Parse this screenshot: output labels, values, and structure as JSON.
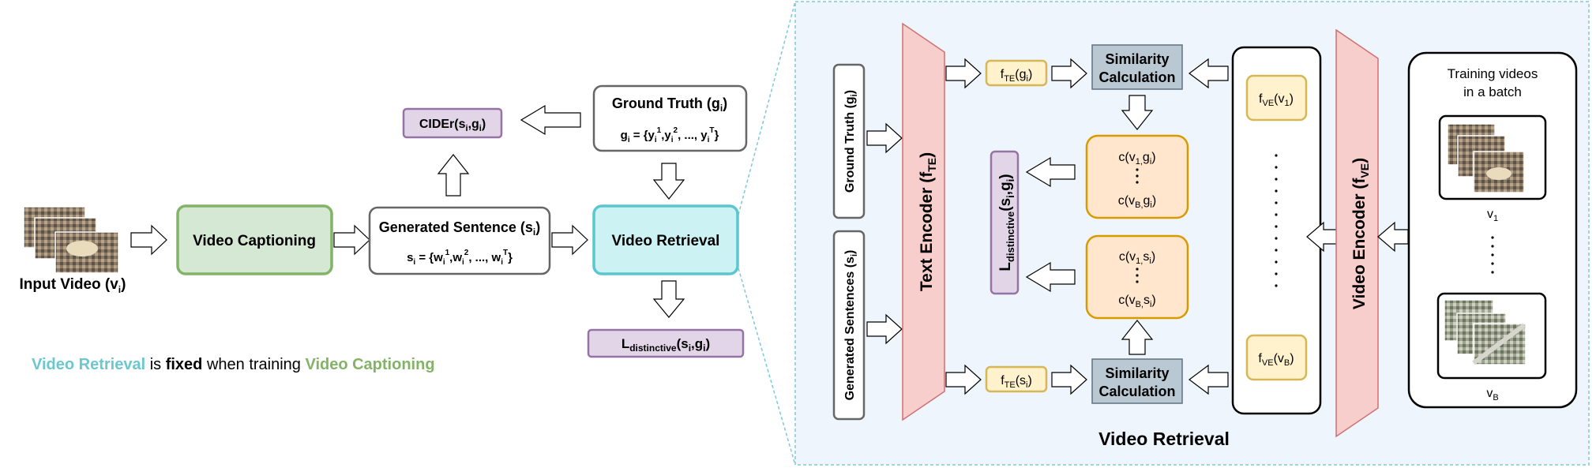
{
  "left": {
    "input_video": {
      "label": "Input Video (v",
      "sub": "i",
      "close": ")"
    },
    "video_captioning": "Video Captioning",
    "generated_sentence": {
      "title": "Generated Sentence (s",
      "title_sub": "i",
      "title_close": ")",
      "formula": {
        "s": "s",
        "i": "i",
        "eq": " = {w",
        "sup1": "1",
        "c1": ",w",
        "sup2": "2",
        "c2": ", ..., w",
        "supT": "T",
        "end": "}"
      }
    },
    "video_retrieval": "Video Retrieval",
    "ground_truth": {
      "title": "Ground Truth (g",
      "title_sub": "i",
      "title_close": ")",
      "formula": {
        "g": "g",
        "i": "i",
        "eq": " = {y",
        "sup1": "1",
        "c1": ",y",
        "sup2": "2",
        "c2": ", ..., y",
        "supT": "T",
        "end": "}"
      }
    },
    "cider": {
      "name": "CIDEr(s",
      "sub1": "i",
      "comma": ",g",
      "sub2": "i",
      "close": ")"
    },
    "l_distinctive": {
      "L": "L",
      "sub": "distinctive",
      "args": "(s",
      "sub1": "i",
      "comma": ",g",
      "sub2": "i",
      "close": ")"
    },
    "caption": {
      "part1": "Video Retrieval",
      "part2": " is ",
      "part3": "fixed",
      "part4": " when training ",
      "part5": "Video Captioning"
    }
  },
  "right": {
    "title": "Video Retrieval",
    "ground_truth_vertical": "Ground Truth (g",
    "generated_sentences_vertical": "Generated Sentences (s",
    "text_encoder": "Text Encoder (f",
    "text_encoder_sub": "TE",
    "video_encoder": "Video Encoder (f",
    "video_encoder_sub": "VE",
    "f_te_g": {
      "f": "f",
      "sub": "TE",
      "arg": "(g",
      "argsub": "i",
      "close": ")"
    },
    "f_te_s": {
      "f": "f",
      "sub": "TE",
      "arg": "(s",
      "argsub": "i",
      "close": ")"
    },
    "similarity_top": [
      "Similarity",
      "Calculation"
    ],
    "similarity_bottom": [
      "Similarity",
      "Calculation"
    ],
    "c_top": {
      "first": "c(v",
      "first_sub": "1,",
      "first_arg": "g",
      "first_argsub": "i",
      "last": "c(v",
      "last_sub": "B,",
      "last_arg": "g",
      "last_argsub": "i"
    },
    "c_bottom": {
      "first": "c(v",
      "first_sub": "1,",
      "first_arg": "s",
      "first_argsub": "i",
      "last": "c(v",
      "last_sub": "B,",
      "last_arg": "s",
      "last_argsub": "i"
    },
    "l_distinctive_vertical": {
      "L": "L",
      "sub": "distinctive",
      "args": "(s",
      "sub1": "i",
      "comma": ",g",
      "sub2": "i",
      "close": ")"
    },
    "f_ve_1": {
      "f": "f",
      "sub": "VE",
      "arg": "(v",
      "argsub": "1",
      "close": ")"
    },
    "f_ve_b": {
      "f": "f",
      "sub": "VE",
      "arg": "(v",
      "argsub": "B",
      "close": ")"
    },
    "training_videos": [
      "Training videos",
      "in a batch"
    ],
    "v1": {
      "v": "v",
      "sub": "1"
    },
    "vb": {
      "v": "v",
      "sub": "B"
    }
  },
  "colors": {
    "green_border": "#82b366",
    "green_fill": "#d5e8d4",
    "cyan_border": "#5bc5d0",
    "cyan_fill": "#ccf2f4",
    "purple_border": "#9673a6",
    "purple_fill": "#e1d5e7",
    "pink_fill": "#f8cecc",
    "pink_border": "#d06f6f",
    "yellow_fill": "#fff2cc",
    "yellow_border": "#d6b656",
    "orange_fill": "#ffe6cc",
    "orange_border": "#d79b00",
    "steel_fill": "#bac8d3",
    "steel_border": "#5f7380",
    "panel_fill": "#eef5fc",
    "dashed": "#7ec8d8",
    "caption_cyan": "#6cc7cf",
    "caption_green": "#82b366"
  }
}
